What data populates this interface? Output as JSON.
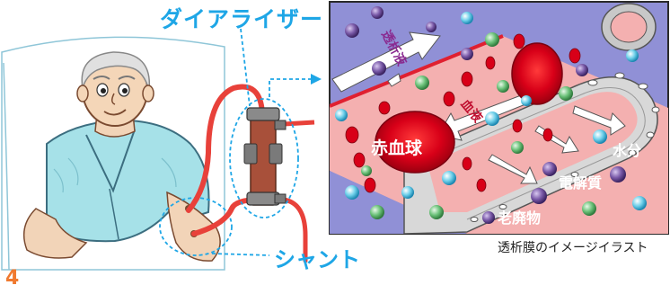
{
  "labels": {
    "dialyzer": "ダイアライザー",
    "shunt": "シャント",
    "page_number": "4",
    "caption": "透析膜のイメージイラスト"
  },
  "inset": {
    "red_blood_cell": "赤血球",
    "water": "水分",
    "electrolyte": "電解質",
    "waste": "老廃物",
    "blood": "血液",
    "dialysate": "透析液"
  },
  "colors": {
    "accent_blue": "#1ea6e6",
    "orange": "#f07a30",
    "blood_red": "#e8413a",
    "dialysate_purple": "#8a8ad2",
    "blood_pink": "#f4a8a8"
  }
}
